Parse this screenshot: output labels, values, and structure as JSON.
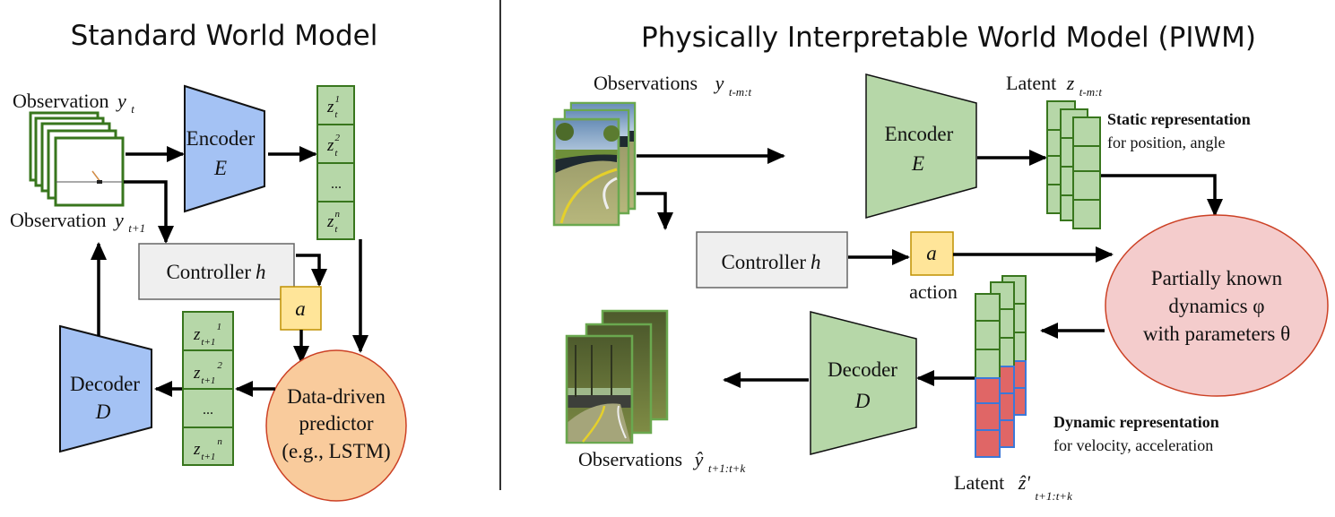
{
  "left_panel": {
    "title": "Standard World Model",
    "observation_t": {
      "label": "Observation",
      "var": "y",
      "sub": "t"
    },
    "observation_t1": {
      "label": "Observation",
      "var": "y",
      "sub": "t+1"
    },
    "encoder": {
      "label": "Encoder",
      "symbol": "E",
      "color": "#a4c2f4"
    },
    "decoder": {
      "label": "Decoder",
      "symbol": "D",
      "color": "#a4c2f4"
    },
    "controller": {
      "label": "Controller",
      "symbol": "h"
    },
    "action": {
      "symbol": "a",
      "color": "#ffe599"
    },
    "latent_t": [
      {
        "var": "z",
        "sub": "t",
        "sup": "1"
      },
      {
        "var": "z",
        "sub": "t",
        "sup": "2"
      },
      {
        "text": "..."
      },
      {
        "var": "z",
        "sub": "t",
        "sup": "n"
      }
    ],
    "latent_t1": [
      {
        "var": "z",
        "sub": "t+1",
        "sup": "1"
      },
      {
        "var": "z",
        "sub": "t+1",
        "sup": "2"
      },
      {
        "text": "..."
      },
      {
        "var": "z",
        "sub": "t+1",
        "sup": "n"
      }
    ],
    "predictor": {
      "lines": [
        "Data-driven",
        "predictor",
        "(e.g., LSTM)"
      ],
      "color": "#f9cb9c"
    }
  },
  "right_panel": {
    "title": "Physically Interpretable World Model (PIWM)",
    "observations_in": {
      "label": "Observations",
      "var": "y",
      "sub": "t-m:t"
    },
    "observations_out": {
      "label": "Observations",
      "var": "ŷ",
      "sub": "t+1:t+k"
    },
    "encoder": {
      "label": "Encoder",
      "symbol": "E",
      "color": "#b6d7a8"
    },
    "decoder": {
      "label": "Decoder",
      "symbol": "D",
      "color": "#b6d7a8"
    },
    "controller": {
      "label": "Controller",
      "symbol": "h"
    },
    "action": {
      "symbol": "a",
      "caption": "action",
      "color": "#ffe599"
    },
    "latent_in": {
      "label": "Latent",
      "var": "z",
      "sub": "t-m:t"
    },
    "latent_out": {
      "label": "Latent",
      "var": "ẑ'",
      "sub": "t+1:t+k"
    },
    "static_rep": {
      "title": "Static representation",
      "desc": "for position, angle",
      "color": "#38601d"
    },
    "dynamic_rep": {
      "title": "Dynamic representation",
      "desc": "for velocity, acceleration",
      "color": "#7a0000"
    },
    "dynamics": {
      "lines": [
        "Partially known",
        "dynamics φ",
        "with parameters θ"
      ],
      "color": "#f4cccc"
    }
  }
}
